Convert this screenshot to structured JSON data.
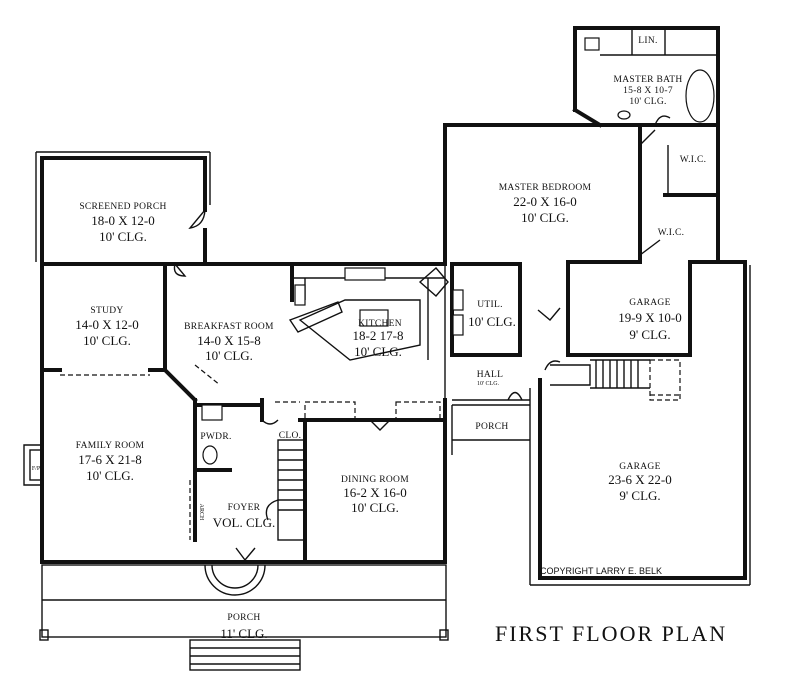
{
  "plan_title": "FIRST FLOOR PLAN",
  "copyright": "COPYRIGHT LARRY E. BELK",
  "rooms": {
    "screened_porch": {
      "name": "SCREENED PORCH",
      "size": "18-0 X 12-0",
      "ceiling": "10' CLG."
    },
    "study": {
      "name": "STUDY",
      "size": "14-0 X 12-0",
      "ceiling": "10' CLG."
    },
    "breakfast": {
      "name": "BREAKFAST ROOM",
      "size": "14-0 X 15-8",
      "ceiling": "10' CLG."
    },
    "kitchen": {
      "name": "KITCHEN",
      "size": "18-2 17-8",
      "ceiling": "10' CLG."
    },
    "util": {
      "name": "UTIL.",
      "ceiling": "10' CLG."
    },
    "master_bedroom": {
      "name": "MASTER BEDROOM",
      "size": "22-0 X 16-0",
      "ceiling": "10' CLG."
    },
    "master_bath": {
      "name": "MASTER BATH",
      "size": "15-8 X 10-7",
      "ceiling": "10' CLG."
    },
    "lin": {
      "name": "LIN."
    },
    "wic1": {
      "name": "W.I.C."
    },
    "wic2": {
      "name": "W.I.C."
    },
    "garage_small": {
      "name": "GARAGE",
      "size": "19-9 X 10-0",
      "ceiling": "9' CLG."
    },
    "garage_large": {
      "name": "GARAGE",
      "size": "23-6 X 22-0",
      "ceiling": "9' CLG."
    },
    "hall": {
      "name": "HALL",
      "ceiling": "10' CLG."
    },
    "porch_side": {
      "name": "PORCH"
    },
    "family_room": {
      "name": "FAMILY ROOM",
      "size": "17-6 X 21-8",
      "ceiling": "10' CLG."
    },
    "fireplace": {
      "name": "F/P"
    },
    "pwdr": {
      "name": "PWDR."
    },
    "clo": {
      "name": "CLO."
    },
    "foyer": {
      "name": "FOYER",
      "ceiling": "VOL. CLG."
    },
    "dining_room": {
      "name": "DINING ROOM",
      "size": "16-2 X 16-0",
      "ceiling": "10' CLG."
    },
    "porch_front": {
      "name": "PORCH",
      "ceiling": "11' CLG."
    },
    "arch": {
      "name": "ARCH"
    }
  }
}
